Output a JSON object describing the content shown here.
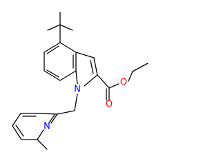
{
  "molecule": {
    "atoms": [
      {
        "id": "n_indole",
        "label": "N",
        "color": "#0000ff"
      },
      {
        "id": "n_pyridine",
        "label": "N",
        "color": "#0000ff"
      },
      {
        "id": "o_carbonyl",
        "label": "O",
        "color": "#ff0000"
      },
      {
        "id": "o_ester",
        "label": "O",
        "color": "#ff0000"
      }
    ],
    "bond_color": "#000000",
    "background": "#ffffff"
  }
}
